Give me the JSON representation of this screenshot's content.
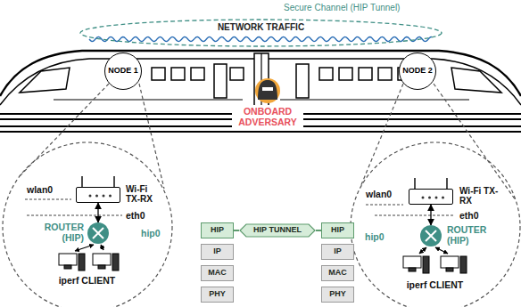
{
  "diagram": {
    "nodes": [
      {
        "text": [
          "Secure Channel (HIP Tunnel)",
          "NETWORK TRAFFIC"
        ]
      },
      {
        "text": [
          "NODE 1"
        ]
      },
      {
        "text": [
          "NODE 2"
        ]
      },
      {
        "text": [
          "Wi-Fi TX-RX"
        ]
      },
      {
        "text": [
          "ROUTER (HIP)"
        ]
      },
      {
        "text": [
          "HIP"
        ]
      },
      {
        "text": [
          "IP"
        ]
      },
      {
        "text": [
          "MAC"
        ]
      },
      {
        "text": [
          "PHY"
        ]
      },
      {
        "text": [
          "HIP TUNNEL"
        ]
      },
      {
        "text": [
          "HIP"
        ]
      },
      {
        "text": [
          "IP"
        ]
      },
      {
        "text": [
          "MAC"
        ]
      },
      {
        "text": [
          "PHY"
        ]
      },
      {
        "text": [
          "Wi-Fi TX-RX"
        ]
      },
      {
        "text": [
          "ROUTER (HIP)"
        ]
      }
    ],
    "edges": [
      {
        "from": 3,
        "to": 4,
        "arrow": "both"
      },
      {
        "from": 5,
        "to": 9,
        "arrow": "none"
      },
      {
        "from": 9,
        "to": 10,
        "arrow": "none"
      },
      {
        "from": 14,
        "to": 15,
        "arrow": "both"
      }
    ],
    "labels": [
      "wlan0",
      "eth0",
      "hip0",
      "iperf CLIENT",
      "ONBOARD ADVERSARY",
      "wlan0",
      "eth0",
      "hip0",
      "iperf CLIENT"
    ]
  }
}
